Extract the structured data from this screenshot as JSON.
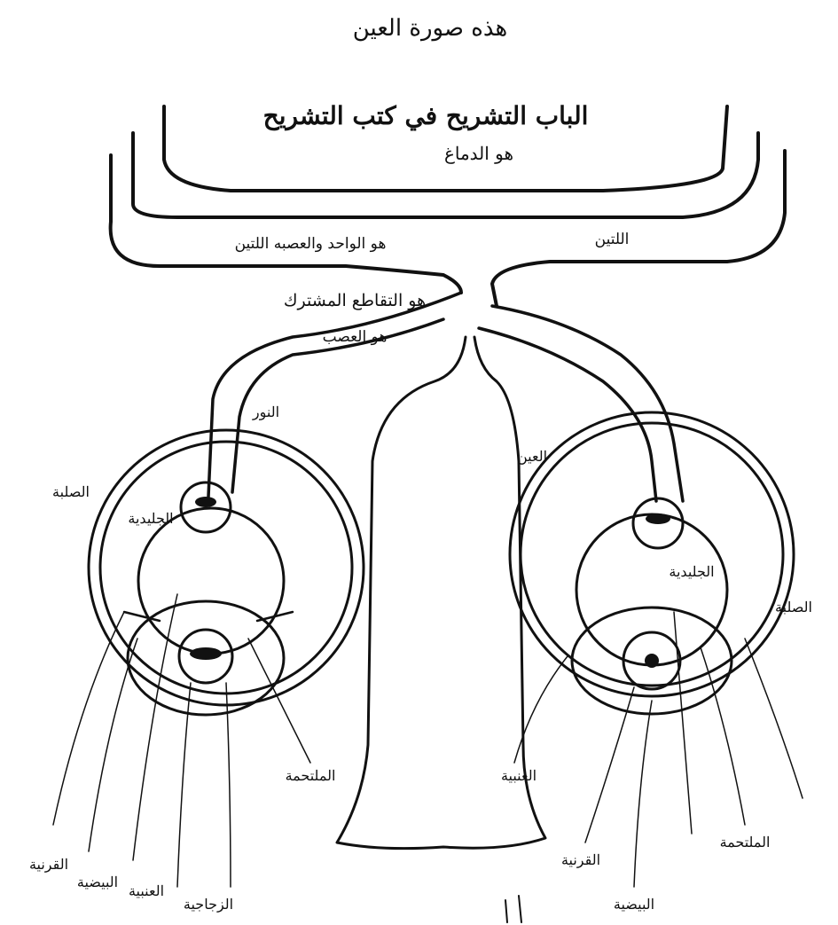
{
  "ink_color": "#111111",
  "paper_color": "#ffffff",
  "labels": {
    "heading": "هذه صورة العين",
    "main_title": "الباب التشريح في كتب التشريح",
    "brain_sub": "هو الدماغ",
    "left_nerve": "هو الواحد والعصبه اللتين",
    "right_nerve": "اللتين",
    "chiasma": "هو التقاطع المشترك",
    "optic_nerve": "هو العصب",
    "left_eye_top": "النور",
    "left_eye_lens": "الجليدية",
    "left_eye_outer": "الصلبة",
    "left_eye_bottom_1": "القرنية",
    "left_eye_bottom_2": "البيضية",
    "left_eye_bottom_3": "العنبية",
    "left_eye_bottom_4": "الزجاجية",
    "left_eye_bottom_5": "الملتحمة",
    "right_eye_top": "العين",
    "right_eye_lens": "الجليدية",
    "right_eye_outer": "الصلبة",
    "right_eye_bottom_1": "العنبية",
    "right_eye_bottom_2": "القرنية",
    "right_eye_bottom_3": "البيضية",
    "right_eye_bottom_4": "الملتحمة"
  }
}
